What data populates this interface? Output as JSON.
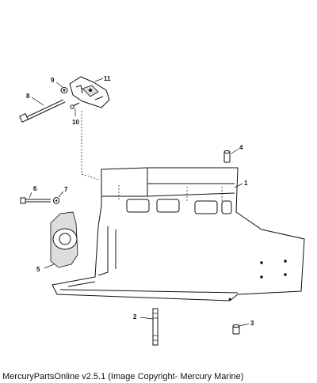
{
  "callouts": {
    "c1": "1",
    "c2": "2",
    "c3": "3",
    "c4": "4",
    "c5": "5",
    "c6": "6",
    "c7": "7",
    "c8": "8",
    "c9": "9",
    "c10": "10",
    "c11": "11"
  },
  "caption": "MercuryPartsOnline v2.5.1 (Image Copyright- Mercury Marine)"
}
